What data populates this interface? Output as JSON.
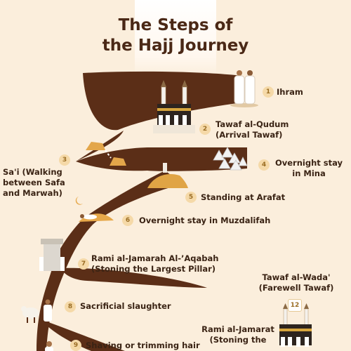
{
  "title": {
    "line1": "The Steps of",
    "line2": "the Hajj Journey"
  },
  "colors": {
    "background": "#fbeedc",
    "road": "#5b2e17",
    "title": "#4a2816",
    "number_badge": "#f5d9a8",
    "number_text": "#9a6d24",
    "label": "#3a2314"
  },
  "steps": [
    {
      "number": "1",
      "label": "Ihram"
    },
    {
      "number": "2",
      "line1": "Tawaf al-Qudum",
      "line2": "(Arrival Tawaf)"
    },
    {
      "number": "3",
      "line1": "Sa'i (Walking",
      "line2": "between Safa",
      "line3": "and Marwah)"
    },
    {
      "number": "4",
      "line1": "Overnight stay",
      "line2": "in Mina"
    },
    {
      "number": "5",
      "label": "Standing at Arafat"
    },
    {
      "number": "6",
      "label": "Overnight stay in Muzdalifah"
    },
    {
      "number": "7",
      "line1": "Rami al-Jamarah Al-’Aqabah",
      "line2": "(Stoning the Largest Pillar)"
    },
    {
      "number": "8",
      "label": "Sacrificial slaughter"
    },
    {
      "number": "9",
      "label": "Shaving or trimming hair"
    },
    {
      "line1": "Rami al-Jamarat",
      "line2": "(Stoning the"
    },
    {
      "number": "12",
      "line1": "Tawaf al-Wada'",
      "line2": "(Farewell Tawaf)"
    }
  ]
}
